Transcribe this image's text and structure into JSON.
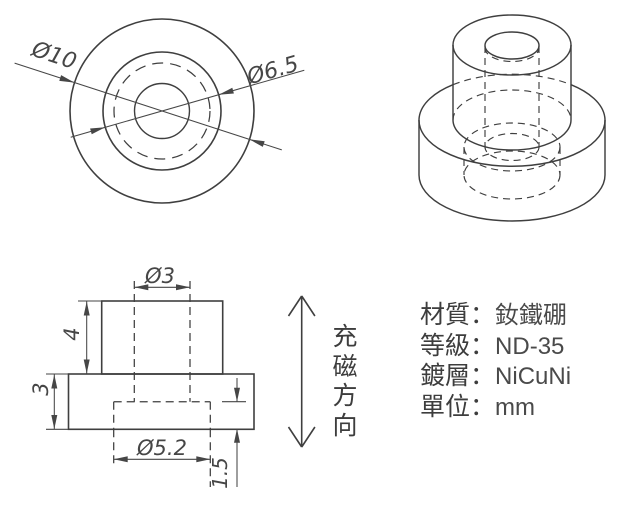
{
  "colors": {
    "background": "#ffffff",
    "line": "#3f3f3f",
    "dim_text": "#464646",
    "text": "#3d3d3d"
  },
  "top_view": {
    "dim_outer_diameter": "Ø10",
    "dim_step_diameter": "Ø6.5"
  },
  "section_view": {
    "dim_hole_diameter": "Ø3",
    "dim_step_height": "4",
    "dim_flange_height": "3",
    "dim_counterbore_diameter": "Ø5.2",
    "dim_counterbore_depth": "1.5"
  },
  "magnetization": {
    "label": "充磁方向",
    "chars": [
      "充",
      "磁",
      "方",
      "向"
    ]
  },
  "specs": {
    "colon": "：",
    "lines": [
      {
        "label": "材質",
        "value": "釹鐵硼"
      },
      {
        "label": "等級",
        "value": "ND-35"
      },
      {
        "label": "鍍層",
        "value": "NiCuNi"
      },
      {
        "label": "單位",
        "value": "mm"
      }
    ]
  }
}
